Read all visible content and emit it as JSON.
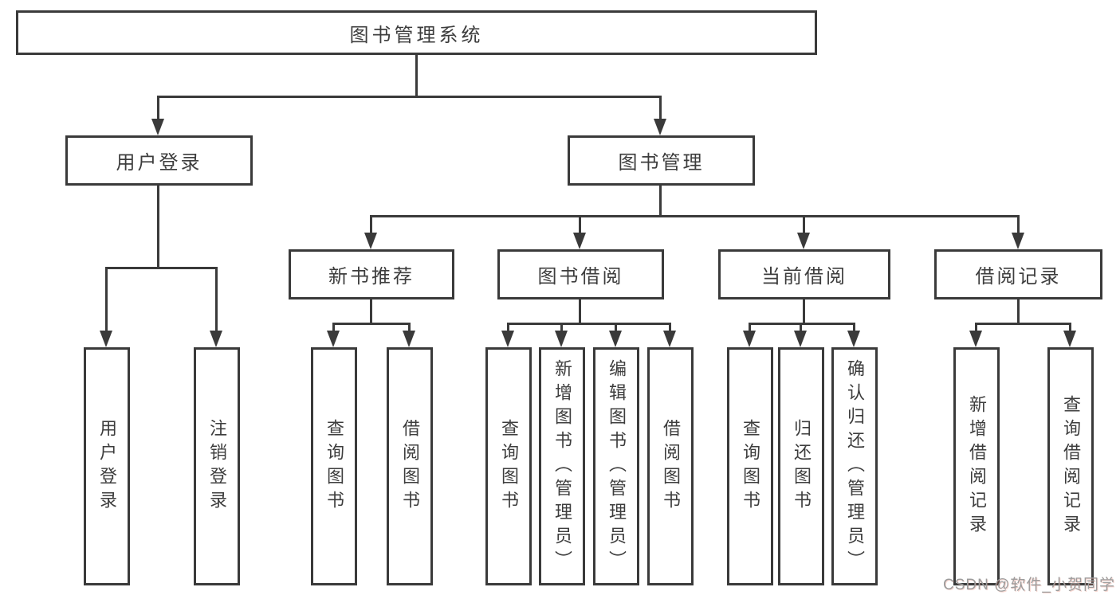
{
  "diagram": {
    "root": {
      "label": "图书管理系统"
    },
    "branches": {
      "user_login": {
        "label": "用户登录",
        "children": [
          "用户登录",
          "注销登录"
        ]
      },
      "book_mgmt": {
        "label": "图书管理",
        "sections": {
          "new_book": {
            "label": "新书推荐",
            "children": [
              "查询图书",
              "借阅图书"
            ]
          },
          "borrow": {
            "label": "图书借阅",
            "children": [
              "查询图书",
              "新增图书（管理员）",
              "编辑图书（管理员）",
              "借阅图书"
            ]
          },
          "current": {
            "label": "当前借阅",
            "children": [
              "查询图书",
              "归还图书",
              "确认归还（管理员）"
            ]
          },
          "records": {
            "label": "借阅记录",
            "children": [
              "新增借阅记录",
              "查询借阅记录"
            ]
          }
        }
      }
    },
    "colors": {
      "line": "#3a3a3a",
      "text": "#3d3d3d",
      "background": "#ffffff",
      "watermark": "#9c9c9c"
    }
  },
  "watermark": {
    "text": "CSDN @软件_小贺同学"
  }
}
